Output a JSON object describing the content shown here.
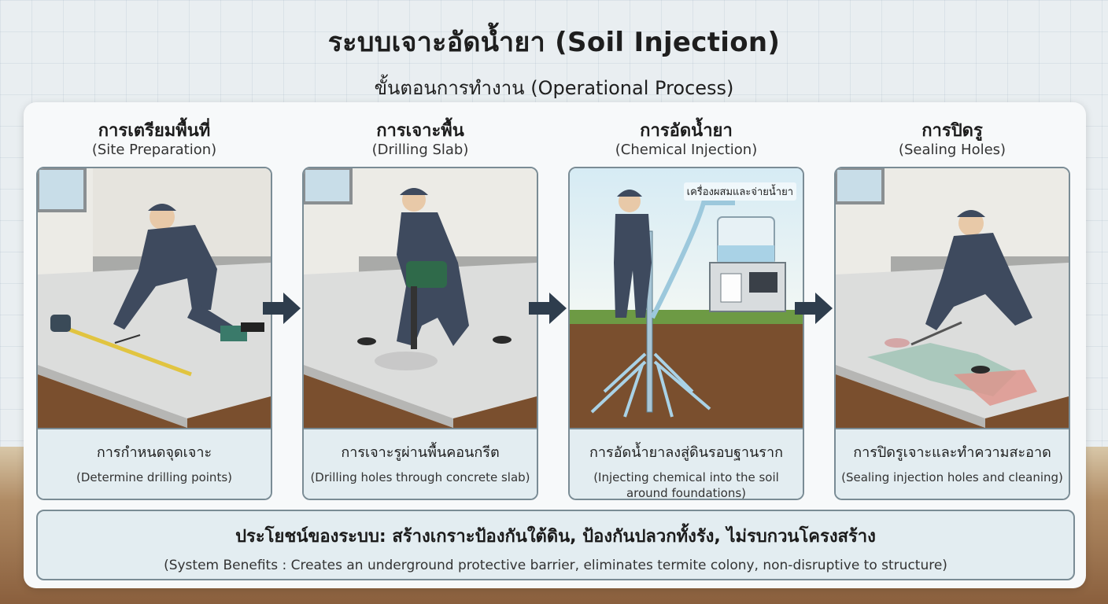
{
  "header": {
    "title": "ระบบเจาะอัดน้ำยา (Soil Injection)",
    "subtitle": "ขั้นตอนการทำงาน (Operational Process)"
  },
  "steps": [
    {
      "title": "การเตรียมพื้นที่",
      "subtitle": "(Site Preparation)",
      "caption_th": "การกำหนดจุดเจาะ",
      "caption_en": "(Determine drilling points)"
    },
    {
      "title": "การเจาะพื้น",
      "subtitle": "(Drilling Slab)",
      "caption_th": "การเจาะรูผ่านพื้นคอนกรีต",
      "caption_en": "(Drilling holes through concrete slab)"
    },
    {
      "title": "การอัดน้ำยา",
      "subtitle": "(Chemical Injection)",
      "caption_th": "การอัดน้ำยาลงสู่ดินรอบฐานราก",
      "caption_en": "(Injecting chemical into the soil around foundations)",
      "machine_label": "เครื่องผสมและจ่ายน้ำยา"
    },
    {
      "title": "การปิดรู",
      "subtitle": "(Sealing Holes)",
      "caption_th": "การปิดรูเจาะและทำความสะอาด",
      "caption_en": "(Sealing injection holes and cleaning)"
    }
  ],
  "benefits": {
    "th": "ประโยชน์ของระบบ: สร้างเกราะป้องกันใต้ดิน, ป้องกันปลวกทั้งรัง, ไม่รบกวนโครงสร้าง",
    "en": "(System Benefits : Creates an underground protective barrier, eliminates termite colony, non-disruptive to structure)"
  },
  "colors": {
    "arrow": "#2e3d4d",
    "worker": "#3e4a5e",
    "soil": "#7a4f2e",
    "slab": "#d7d9d8",
    "caption_bg": "#e3edf1"
  }
}
